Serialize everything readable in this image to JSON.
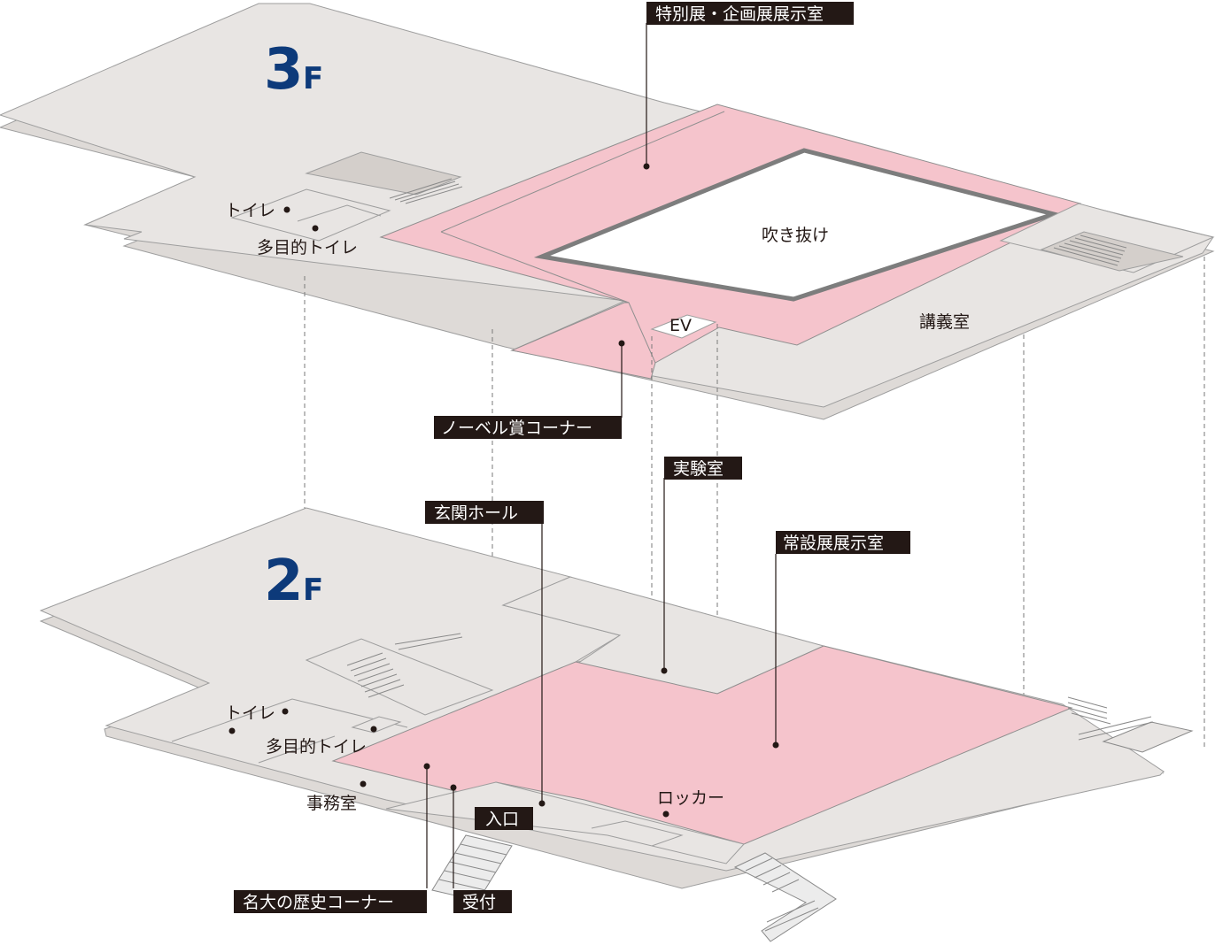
{
  "floors": {
    "f3": {
      "num": "3",
      "suffix": "F"
    },
    "f2": {
      "num": "2",
      "suffix": "F"
    }
  },
  "labels3f": {
    "special_exhibit": "特別展・企画展展示室",
    "atrium": "吹き抜け",
    "lecture_room": "講義室",
    "ev": "EV",
    "toilet": "トイレ",
    "multi_toilet": "多目的トイレ",
    "nobel_corner": "ノーベル賞コーナー"
  },
  "labels2f": {
    "lab": "実験室",
    "entrance_hall": "玄関ホール",
    "permanent_exhibit": "常設展展示室",
    "toilet": "トイレ",
    "multi_toilet": "多目的トイレ",
    "office": "事務室",
    "locker": "ロッカー",
    "entrance": "入口",
    "history_corner": "名大の歴史コーナー",
    "reception": "受付"
  },
  "colors": {
    "floor_fill": "#e8e5e3",
    "floor_edge": "#9e9e9e",
    "exhibit_pink": "#f5c4cc",
    "stair_fill": "#d4cfcb",
    "label_bg": "#231815",
    "floor_number": "#0d3a7a"
  }
}
